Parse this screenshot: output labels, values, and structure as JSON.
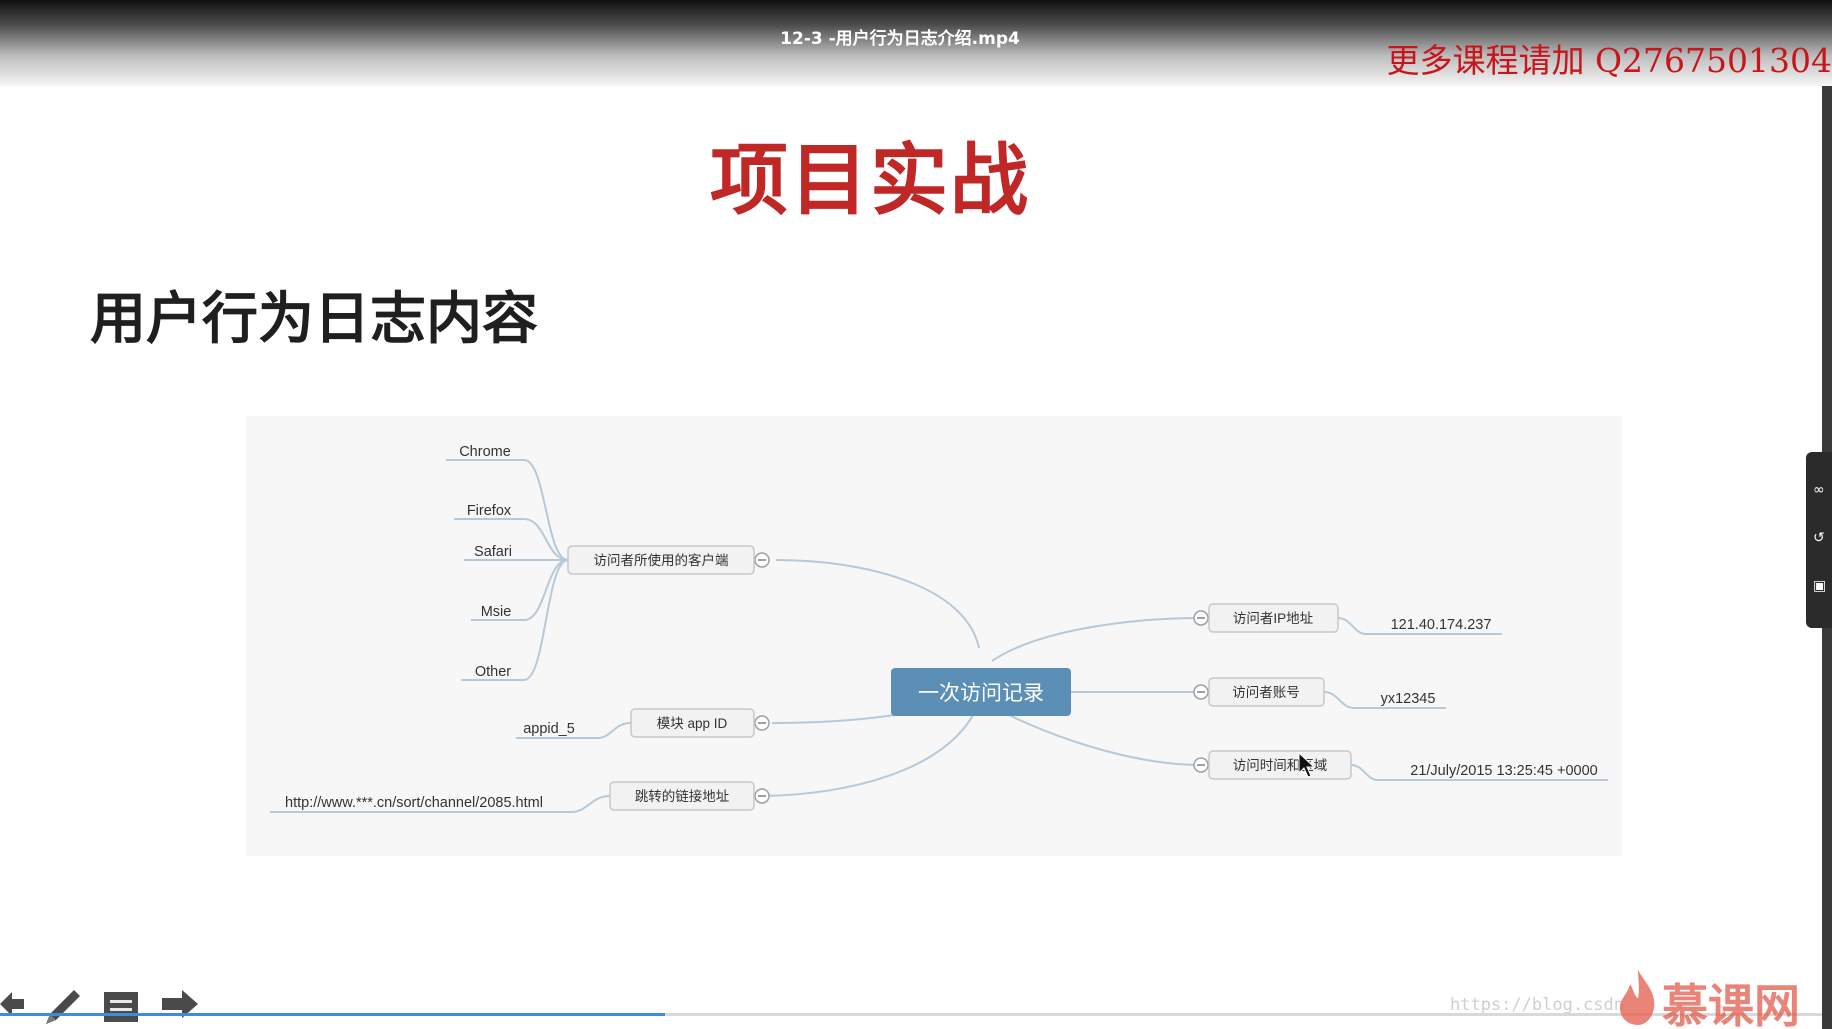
{
  "player": {
    "title": "12-3 -用户行为日志介绍.mp4",
    "promo": "更多课程请加  Q2767501304",
    "url_watermark": "https://blog.csdn",
    "brand": "慕课网",
    "progress": 0.365,
    "controls": [
      "back-arrow-icon",
      "pen-icon",
      "notes-icon",
      "forward-arrow-icon"
    ]
  },
  "slide": {
    "title": "项目实战",
    "subtitle": "用户行为日志内容"
  },
  "mindmap": {
    "center": "一次访问记录",
    "clients_label": "访问者所使用的客户端",
    "clients": [
      "Chrome",
      "Firefox",
      "Safari",
      "Msie",
      "Other"
    ],
    "module_label": "模块 app ID",
    "module_value": "appid_5",
    "link_label": "跳转的链接地址",
    "link_value": "http://www.***.cn/sort/channel/2085.html",
    "ip_label": "访问者IP地址",
    "ip_value": "121.40.174.237",
    "account_label": "访问者账号",
    "account_value": "yx12345",
    "time_label": "访问时间和区域",
    "time_value": "21/July/2015 13:25:45 +0000"
  },
  "colors": {
    "title_red": "#c02828",
    "promo_red": "#c8151b",
    "center_node": "#5b8fb5",
    "line": "#b5c9da",
    "progress": "#3b8fd8"
  }
}
